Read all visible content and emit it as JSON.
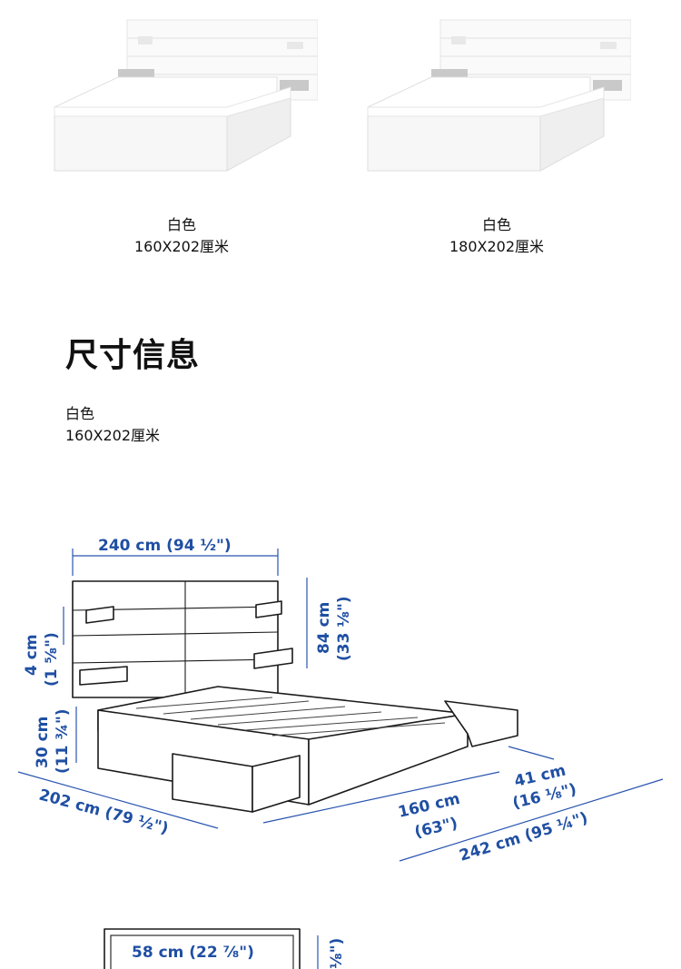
{
  "products": [
    {
      "color": "白色",
      "size": "160X202厘米"
    },
    {
      "color": "白色",
      "size": "180X202厘米"
    }
  ],
  "section_title": "尺寸信息",
  "spec": {
    "color": "白色",
    "size": "160X202厘米"
  },
  "dimensions": {
    "headboard_width": "240 cm (94 ½\")",
    "headboard_height_cm": "84 cm",
    "headboard_height_in": "(33 ⅛\")",
    "shelf_height_cm": "4 cm",
    "shelf_height_in": "(1 ⅝\")",
    "frame_height_cm": "30 cm",
    "frame_height_in": "(11 ¾\")",
    "length": "202 cm (79 ½\")",
    "mattress_width_cm": "160 cm",
    "mattress_width_in": "(63\")",
    "nightstand_depth_cm": "41 cm",
    "nightstand_depth_in": "(16 ⅛\")",
    "total_width": "242 cm (95 ¼\")",
    "shelf_width": "58 cm (22 ⅞\")",
    "shelf_partial": "⅛\")"
  },
  "colors": {
    "dimension_blue": "#1f4fa3"
  }
}
